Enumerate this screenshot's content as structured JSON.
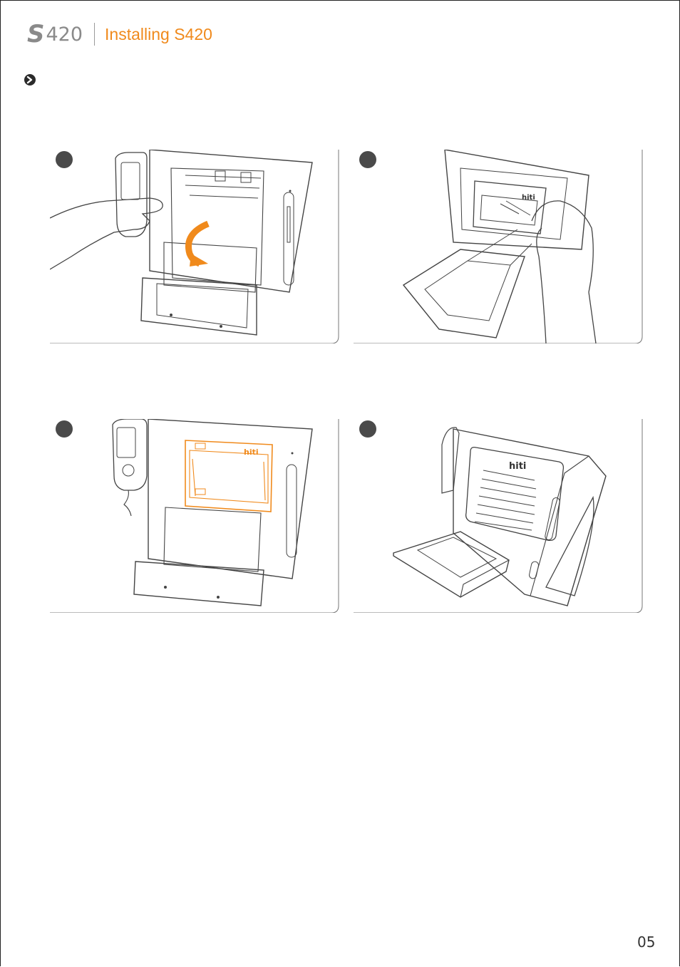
{
  "header": {
    "logo_letter": "S",
    "logo_model": "420",
    "title": "Installing S420"
  },
  "icons": {
    "bullet": "arrow-right-circle-icon"
  },
  "panels": [
    {
      "id": 1,
      "illustration": "opening-printer-door-illustration"
    },
    {
      "id": 2,
      "illustration": "inserting-ribbon-cartridge-illustration"
    },
    {
      "id": 3,
      "illustration": "ribbon-installed-illustration"
    },
    {
      "id": 4,
      "illustration": "assembled-printer-illustration"
    }
  ],
  "brand_label": "hiti",
  "colors": {
    "accent": "#f08a1c",
    "logo_gray": "#8a8a8a",
    "step_circle": "#4a4a4a",
    "line": "#444444"
  },
  "page_number": "05"
}
